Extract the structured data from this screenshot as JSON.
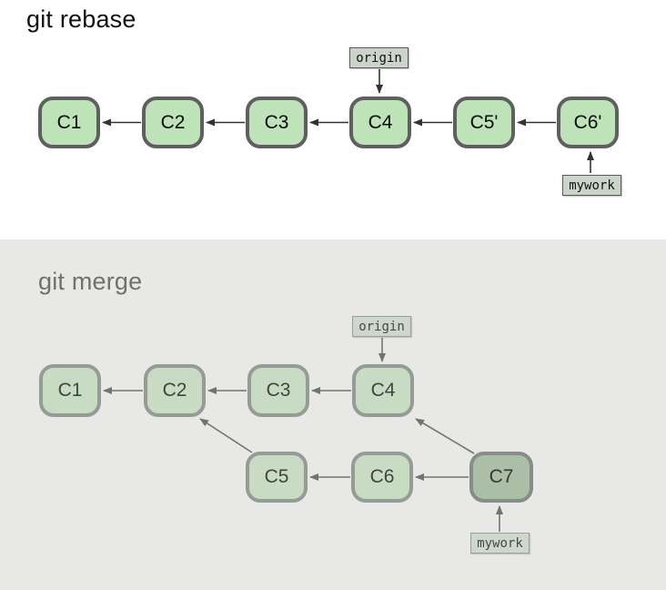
{
  "rebase": {
    "title": "git rebase",
    "origin_ref": "origin",
    "mywork_ref": "mywork",
    "nodes": [
      {
        "id": "C1",
        "label": "C1"
      },
      {
        "id": "C2",
        "label": "C2"
      },
      {
        "id": "C3",
        "label": "C3"
      },
      {
        "id": "C4",
        "label": "C4"
      },
      {
        "id": "C5p",
        "label": "C5'"
      },
      {
        "id": "C6p",
        "label": "C6'"
      }
    ],
    "edges": [
      {
        "from": "C2",
        "to": "C1"
      },
      {
        "from": "C3",
        "to": "C2"
      },
      {
        "from": "C4",
        "to": "C3"
      },
      {
        "from": "C5'",
        "to": "C4"
      },
      {
        "from": "C6'",
        "to": "C5'"
      },
      {
        "from": "origin",
        "to": "C4"
      },
      {
        "from": "mywork",
        "to": "C6'"
      }
    ],
    "colors": {
      "node_fill": "#bee3b9",
      "node_border": "#5f5f5f",
      "ref_fill": "#cbd3ca",
      "ref_border": "#555b55",
      "arrow": "#333333",
      "background": "#ffffff"
    }
  },
  "merge": {
    "title": "git merge",
    "origin_ref": "origin",
    "mywork_ref": "mywork",
    "nodes": [
      {
        "id": "C1",
        "label": "C1"
      },
      {
        "id": "C2",
        "label": "C2"
      },
      {
        "id": "C3",
        "label": "C3"
      },
      {
        "id": "C4",
        "label": "C4"
      },
      {
        "id": "C5",
        "label": "C5"
      },
      {
        "id": "C6",
        "label": "C6"
      },
      {
        "id": "C7",
        "label": "C7",
        "highlighted": true
      }
    ],
    "edges": [
      {
        "from": "C2",
        "to": "C1"
      },
      {
        "from": "C3",
        "to": "C2"
      },
      {
        "from": "C4",
        "to": "C3"
      },
      {
        "from": "C6",
        "to": "C5"
      },
      {
        "from": "C7",
        "to": "C6"
      },
      {
        "from": "C5",
        "to": "C2"
      },
      {
        "from": "C7",
        "to": "C4"
      },
      {
        "from": "origin",
        "to": "C4"
      },
      {
        "from": "mywork",
        "to": "C7"
      }
    ],
    "colors": {
      "panel_background": "#e8e9e6",
      "node_fill": "#c8dcc3",
      "node_border": "#959b95",
      "head_node_fill": "#aabfa5",
      "head_node_border": "#878d87",
      "ref_fill": "#ced6cd",
      "ref_border": "#999f99",
      "arrow": "#6f7472",
      "title_color": "#6e726f"
    }
  }
}
